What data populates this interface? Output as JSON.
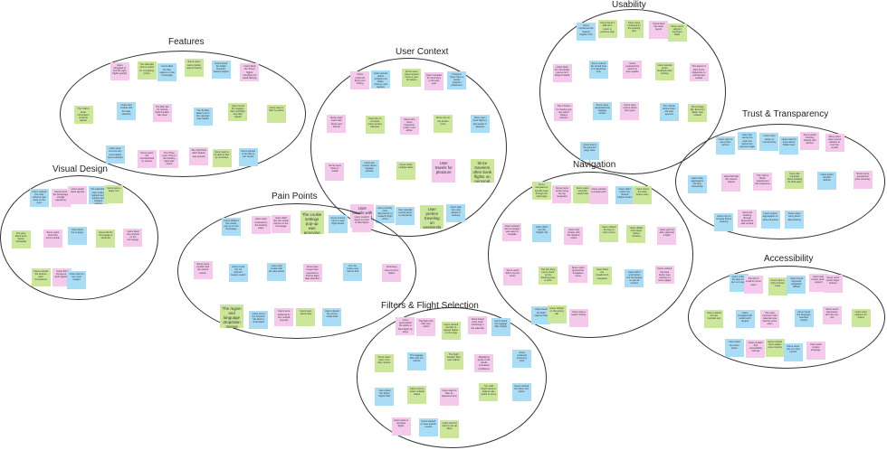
{
  "board": {
    "colors": {
      "pink": "#f4c9ec",
      "blue": "#a9dcf5",
      "green": "#cde79a",
      "outline": "#333333"
    }
  },
  "clusters": [
    {
      "id": "features",
      "title": "Features",
      "notes": [
        {
          "c": "pink",
          "t": "Users struggled to find the right flights quickly"
        },
        {
          "c": "green",
          "t": "The calendar view is useful for comparing prices"
        },
        {
          "c": "blue",
          "t": "Users liked the filter options on the homepage"
        },
        {
          "c": "green",
          "t": "Some users want a better search feature"
        },
        {
          "c": "blue",
          "t": "Users found the Flight Explorer feature helpful"
        },
        {
          "c": "pink",
          "t": "Users liked the 'Direct flights' checkbox for quick filtering"
        },
        {
          "c": "green",
          "t": "The 'Call to book' information could be clearer"
        },
        {
          "c": "blue",
          "t": "Users had trouble with the date selection"
        },
        {
          "c": "pink",
          "t": "The filter bar for picking flight duration was clear"
        },
        {
          "c": "blue",
          "t": "The 'flexible dates' tool in the calendar was helpful"
        },
        {
          "c": "green",
          "t": "Users found the luggage filter and flight stop filter helpful"
        },
        {
          "c": "green",
          "t": "Users want to filter by airline"
        },
        {
          "c": "blue",
          "t": "Users were not sure why some flights were excluded"
        },
        {
          "c": "pink",
          "t": "Some users felt overwhelmed by options"
        },
        {
          "c": "pink",
          "t": "The 'Price Lock' CTA on the booking page was useful"
        },
        {
          "c": "pink",
          "t": "The 'Add Price Alert' feature was popular"
        },
        {
          "c": "green",
          "t": "Users want to be able to filter by amenities"
        },
        {
          "c": "blue",
          "t": "Users wanted to be able to sort results"
        }
      ]
    },
    {
      "id": "user-context",
      "title": "User Context",
      "notes": [
        {
          "c": "pink",
          "t": "Some preferred flying over driving"
        },
        {
          "c": "blue",
          "t": "Users access airline websites via iPads, phones, and laptops"
        },
        {
          "c": "green",
          "t": "Some users travel several times a year for leisure"
        },
        {
          "c": "pink",
          "t": "Users traveled for work trips in the past year"
        },
        {
          "c": "blue",
          "t": "Frequent flyers have a loyalty program preference"
        },
        {
          "c": "pink",
          "t": "Some users travel with family and friends"
        },
        {
          "c": "green",
          "t": "Users like to compare prices across websites"
        },
        {
          "c": "pink",
          "t": "Users who travel frequently prefer a set airline"
        },
        {
          "c": "green",
          "t": "Some rely on the lowest price"
        },
        {
          "c": "blue",
          "t": "Most users book flights a few weeks in advance"
        },
        {
          "c": "pink",
          "t": "Some users book on mobile"
        },
        {
          "c": "blue",
          "t": "Users are unsure about luggage policies"
        },
        {
          "c": "green",
          "t": "Users check multiple dates"
        },
        {
          "c": "pink",
          "t": "User travels for pleasure",
          "big": true
        },
        {
          "c": "green",
          "t": "Since travelers often book flights on personal devices",
          "big": true
        },
        {
          "c": "pink",
          "t": "User travels with friends and family",
          "big": true
        },
        {
          "c": "blue",
          "t": "User primarily uses Skyscanner to research flight prices"
        },
        {
          "c": "blue",
          "t": "User typically travels alone to visit family"
        },
        {
          "c": "green",
          "t": "User prefers traveling on weekends",
          "big": true
        },
        {
          "c": "blue",
          "t": "Users plan trips well ahead of booking"
        }
      ]
    },
    {
      "id": "usability",
      "title": "Usability",
      "notes": [
        {
          "c": "blue",
          "t": "Users mentioned the 'Search Flights' CTA"
        },
        {
          "c": "green",
          "t": "Users found it difficult to return to previous step"
        },
        {
          "c": "green",
          "t": "Users were confused by the booking flow"
        },
        {
          "c": "pink",
          "t": "Users liked the clean layout"
        },
        {
          "c": "green",
          "t": "Some users skipped important fields"
        },
        {
          "c": "pink",
          "t": "Users think the trip details pop-up isn't always helpful"
        },
        {
          "c": "blue",
          "t": "Some noticed the arrival time is in departure time"
        },
        {
          "c": "pink",
          "t": "Users expected the search to auto-update"
        },
        {
          "c": "green",
          "t": "Users wanted better feedback after clicking"
        },
        {
          "c": "pink",
          "t": "The layout of flight times (departure to arrival) was unclear"
        },
        {
          "c": "pink",
          "t": "The X button for closing pop ups wasn't always obvious"
        },
        {
          "c": "blue",
          "t": "Some users overlooked the luggage section"
        },
        {
          "c": "pink",
          "t": "Users were unsure about fare types"
        },
        {
          "c": "blue",
          "t": "The 'Check Airline Fees' link was ignored"
        },
        {
          "c": "green",
          "t": "Terminology like 'Economy Basic' was unclear"
        },
        {
          "c": "blue",
          "t": "Users found the payment page clear"
        }
      ]
    },
    {
      "id": "trust",
      "title": "Trust & Transparency",
      "notes": [
        {
          "c": "blue",
          "t": "Users want to see prices upfront"
        },
        {
          "c": "blue",
          "t": "Users like seeing the total cost before the payment page"
        },
        {
          "c": "blue",
          "t": "Users want clarity on refund policy"
        },
        {
          "c": "blue",
          "t": "Users want to know about hidden fees"
        },
        {
          "c": "pink",
          "t": "Some prefer booking directly with airlines"
        },
        {
          "c": "pink",
          "t": "Many users were unsure whether to trust the results"
        },
        {
          "c": "blue",
          "t": "Users think aggregators are less trustworthy"
        },
        {
          "c": "pink",
          "t": "Users felt that the reviews helped"
        },
        {
          "c": "pink",
          "t": "The 'Call to Book' requirement felt suspicious"
        },
        {
          "c": "green",
          "t": "Users felt uncertain about booking via third party"
        },
        {
          "c": "blue",
          "t": "Users prefer familiar airlines"
        },
        {
          "c": "pink",
          "t": "Some users questioned price accuracy"
        },
        {
          "c": "blue",
          "t": "Users rely on reviews before booking"
        },
        {
          "c": "pink",
          "t": "Users felt booking through Skyscanner was unclear"
        },
        {
          "c": "blue",
          "t": "Users expect aggregators to show all prices"
        },
        {
          "c": "blue",
          "t": "Some users worry about data sharing"
        }
      ]
    },
    {
      "id": "visual-design",
      "title": "Visual Design",
      "notes": [
        {
          "c": "blue",
          "t": "Users noticed the color scheme was easy on the eyes"
        },
        {
          "c": "pink",
          "t": "Users found the homepage visually appealing"
        },
        {
          "c": "pink",
          "t": "Users prefer clean layouts"
        },
        {
          "c": "blue",
          "t": "The calendar's color coding helped users quickly spot cheaper options"
        },
        {
          "c": "green",
          "t": "Users want a larger font"
        },
        {
          "c": "green",
          "t": "The gray filters were barely noticeable"
        },
        {
          "c": "pink",
          "t": "Some users found the icons unclear"
        },
        {
          "c": "blue",
          "t": "Users liked the imagery"
        },
        {
          "c": "green",
          "t": "Users felt the homepage is cluttered"
        },
        {
          "c": "pink",
          "t": "Users liked the contrast on the homepage"
        },
        {
          "c": "green",
          "t": "Users noticed the buttons were inconsistent"
        },
        {
          "c": "pink",
          "t": "Users think the layout is well organized"
        },
        {
          "c": "blue",
          "t": "Users want to see more images"
        }
      ]
    },
    {
      "id": "pain-points",
      "title": "Pain Points",
      "notes": [
        {
          "c": "blue",
          "t": "Users disliked the cookie pop-up on the homepage"
        },
        {
          "c": "pink",
          "t": "Users were confused by the booking steps"
        },
        {
          "c": "pink",
          "t": "Users didn't like the cookie banner on the homepage"
        },
        {
          "c": "green",
          "t": "The cookie settings pop-up was annoying",
          "big": true
        },
        {
          "c": "blue",
          "t": "Users found it hard to read flight details"
        },
        {
          "c": "pink",
          "t": "Users couldn't figure out how to filter flights"
        },
        {
          "c": "pink",
          "t": "Some users couldn't find the search button"
        },
        {
          "c": "blue",
          "t": "Users found the 'All Airports' feature useful"
        },
        {
          "c": "blue",
          "t": "Users had trouble with the date picker"
        },
        {
          "c": "pink",
          "t": "Some took longer than expected to find the flight date selection"
        },
        {
          "c": "blue",
          "t": "The 'Go' button was hard to find"
        },
        {
          "c": "pink",
          "t": "Confusing view of return flights"
        },
        {
          "c": "green",
          "t": "The region and language dropdown menus were confusing",
          "big": true
        },
        {
          "c": "blue",
          "t": "Users found the 'Explore' tab hard to understand"
        },
        {
          "c": "pink",
          "t": "Users were bothered by the multiple pop-ups"
        },
        {
          "c": "green",
          "t": "Users want saved trips"
        },
        {
          "c": "blue",
          "t": "Users missed the promo codes field"
        }
      ]
    },
    {
      "id": "navigation",
      "title": "Navigation",
      "notes": [
        {
          "c": "green",
          "t": "Some navigated to specific sites through the main page"
        },
        {
          "c": "pink",
          "t": "Some users prefer using the top navigation"
        },
        {
          "c": "green",
          "t": "Some users used the search bar"
        },
        {
          "c": "pink",
          "t": "Users wanted a simpler path"
        },
        {
          "c": "blue",
          "t": "Users didn't notice the 'Search Flights' button"
        },
        {
          "c": "green",
          "t": "Users found the back button easy"
        },
        {
          "c": "pink",
          "t": "Users noticed the homepage was easy to navigate"
        },
        {
          "c": "blue",
          "t": "Users didn't see the 'Flights' tab"
        },
        {
          "c": "pink",
          "t": "Users had trouble with the 'Explore' option"
        },
        {
          "c": "green",
          "t": "Users clicked the logo to return home"
        },
        {
          "c": "green",
          "t": "Users dislike extra steps before booking"
        },
        {
          "c": "pink",
          "t": "Users got lost after selecting a flight"
        },
        {
          "c": "pink",
          "t": "Some users didn't use the footer"
        },
        {
          "c": "green",
          "t": "The first thing users check on the booking page is price"
        },
        {
          "c": "pink",
          "t": "Some users ignored the navigation menu"
        },
        {
          "c": "green",
          "t": "Users liked the breadcrumb navigation"
        },
        {
          "c": "blue",
          "t": "Users didn't scroll down the homepage to see all content"
        },
        {
          "c": "pink",
          "t": "Users noticed the back button was missing on some pages"
        },
        {
          "c": "blue",
          "t": "Users found the flight options clear"
        },
        {
          "c": "green",
          "t": "Users clicked on the wrong tab"
        },
        {
          "c": "pink",
          "t": "Users want a search history"
        }
      ]
    },
    {
      "id": "accessibility",
      "title": "Accessibility",
      "notes": [
        {
          "c": "blue",
          "t": "Users noticed the lack of alt text on images"
        },
        {
          "c": "pink",
          "t": "The font is small for some users"
        },
        {
          "c": "green",
          "t": "Users want a high contrast mode"
        },
        {
          "c": "blue",
          "t": "Users found keyboard navigation difficult"
        },
        {
          "c": "pink",
          "t": "Users want screen reader support"
        },
        {
          "c": "pink",
          "t": "Some users prefer larger buttons"
        },
        {
          "c": "green",
          "t": "Users noticed the low contrast text"
        },
        {
          "c": "blue",
          "t": "Users struggled with small touch targets"
        },
        {
          "c": "pink",
          "t": "The color contrast in the calendar was hard for some users"
        },
        {
          "c": "blue",
          "t": "Users found the language selection helpful"
        },
        {
          "c": "pink",
          "t": "Some users had issues with the pop-ups"
        },
        {
          "c": "green",
          "t": "Users want captions for videos"
        },
        {
          "c": "blue",
          "t": "Users liked the zoom option"
        },
        {
          "c": "pink",
          "t": "Users couldn't find accessibility settings"
        },
        {
          "c": "green",
          "t": "Users noticed focus states were missing"
        },
        {
          "c": "blue",
          "t": "Some users rely on voice control"
        },
        {
          "c": "pink",
          "t": "Users want simpler language"
        }
      ]
    },
    {
      "id": "filters",
      "title": "Filters & Flight Selection",
      "notes": [
        {
          "c": "pink",
          "t": "Users appreciated the ability to filter flights by stops"
        },
        {
          "c": "pink",
          "t": "The flight stop filter was useful"
        },
        {
          "c": "green",
          "t": "Users wanted the filter to appear higher on the page"
        },
        {
          "c": "pink",
          "t": "Some found price order confusing in the calendar"
        },
        {
          "c": "blue",
          "t": "Users found the luggage filter helpful"
        },
        {
          "c": "green",
          "t": "Some users want more filter options"
        },
        {
          "c": "blue",
          "t": "The luggage filter was not noticed"
        },
        {
          "c": "green",
          "t": "The flight duration filter was helpful"
        },
        {
          "c": "pink",
          "t": "Displaying prices in the results increased confidence"
        },
        {
          "c": "blue",
          "t": "Users preferred sorting by price"
        },
        {
          "c": "blue",
          "t": "Users liked the 'Direct flights' filter"
        },
        {
          "c": "green",
          "t": "Users tried to select multiple flights"
        },
        {
          "c": "pink",
          "t": "Users want to filter by departure time"
        },
        {
          "c": "green",
          "t": "The 'Add Flight Options' feature was useful to some"
        },
        {
          "c": "blue",
          "t": "Users noticed the 'Best' sort option"
        },
        {
          "c": "pink",
          "t": "Users want to compare flights"
        },
        {
          "c": "blue",
          "t": "Users wanted to save search results"
        },
        {
          "c": "green",
          "t": "Users found it hard to see all filters"
        }
      ]
    }
  ]
}
